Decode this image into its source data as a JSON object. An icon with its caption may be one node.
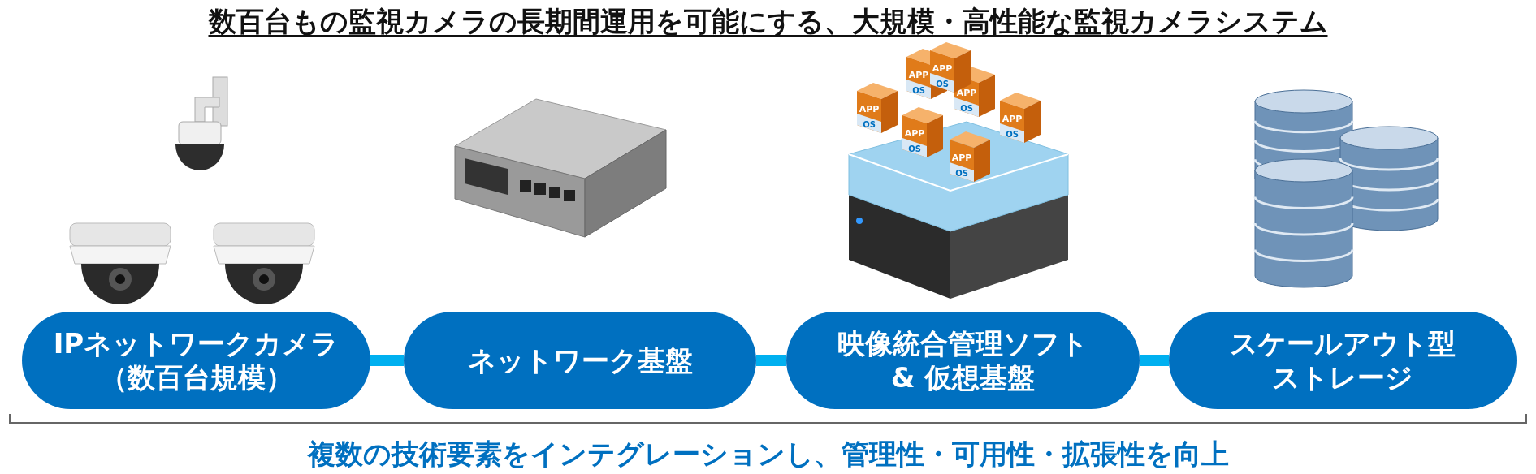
{
  "diagram": {
    "title": "数百台もの監視カメラの長期間運用を可能にする、大規模・高性能な監視カメラシステム",
    "caption": "複数の技術要素をインテグレーションし、管理性・可用性・拡張性を向上",
    "nodes": [
      {
        "text": [
          "IPネットワークカメラ（数百台規模）"
        ]
      },
      {
        "text": [
          "ネットワーク基盤"
        ]
      },
      {
        "text": [
          "映像統合管理ソフト & 仮想基盤"
        ]
      },
      {
        "text": [
          "スケールアウト型ストレージ"
        ]
      }
    ],
    "edges": [
      {
        "from": 0,
        "to": 1,
        "arrow": "none"
      },
      {
        "from": 1,
        "to": 2,
        "arrow": "none"
      },
      {
        "from": 2,
        "to": 3,
        "arrow": "none"
      }
    ],
    "labels": [
      "APP",
      "OS",
      "APP",
      "OS",
      "APP",
      "OS",
      "APP",
      "OS",
      "APP",
      "OS",
      "APP",
      "OS",
      "APP",
      "OS"
    ]
  }
}
